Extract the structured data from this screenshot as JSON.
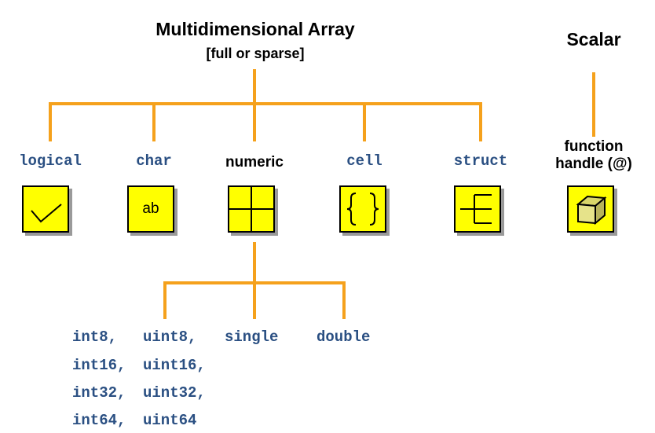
{
  "header": {
    "array_title": "Multidimensional Array",
    "array_subtitle": "[full or sparse]",
    "scalar_title": "Scalar"
  },
  "classes": {
    "logical": "logical",
    "char": "char",
    "char_icon_text": "ab",
    "numeric": "numeric",
    "cell": "cell",
    "struct": "struct",
    "function_handle_line1": "function",
    "function_handle_line2": "handle (@)"
  },
  "numeric_types": {
    "row1": [
      "int8,",
      "uint8,",
      "single",
      "double"
    ],
    "row2": [
      "int16,",
      "uint16,"
    ],
    "row3": [
      "int32,",
      "uint32,"
    ],
    "row4": [
      "int64,",
      "uint64"
    ]
  },
  "colors": {
    "connector": "#f5a11c",
    "icon_fill": "#ffff00",
    "code_text": "#2a4f82"
  },
  "icons": [
    "check-icon",
    "ab-icon",
    "grid-icon",
    "braces-icon",
    "struct-icon",
    "cube-icon"
  ]
}
